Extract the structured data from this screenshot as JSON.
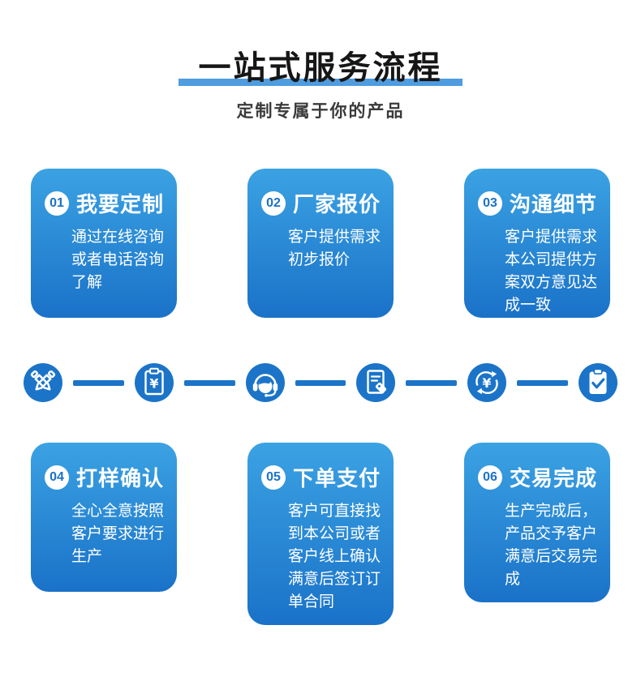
{
  "header": {
    "title": "一站式服务流程",
    "subtitle": "定制专属于你的产品"
  },
  "colors": {
    "accent_blue": "#1b74c8",
    "card_gradient_top": "#3ba2e3",
    "card_gradient_bottom": "#1a72c8",
    "title_underline": "#4f9cdf",
    "title_text": "#161616",
    "subtitle_text": "#3a3a3a",
    "card_text": "#ffffff"
  },
  "steps": [
    {
      "num": "01",
      "title": "我要定制",
      "desc": "通过在线咨询或者电话咨询了解"
    },
    {
      "num": "02",
      "title": "厂家报价",
      "desc": "客户提供需求初步报价"
    },
    {
      "num": "03",
      "title": "沟通细节",
      "desc": "客户提供需求本公司提供方案双方意见达成一致"
    },
    {
      "num": "04",
      "title": "打样确认",
      "desc": "全心全意按照客户要求进行生产"
    },
    {
      "num": "05",
      "title": "下单支付",
      "desc": "客户可直接找到本公司或者客户线上确认满意后签订订单合同"
    },
    {
      "num": "06",
      "title": "交易完成",
      "desc": "生产完成后，产品交予客户满意后交易完成"
    }
  ],
  "flow_icons": [
    {
      "name": "design-tools-icon",
      "symbol": "crossed-pens"
    },
    {
      "name": "quote-bill-icon",
      "symbol": "clipboard-yen",
      "glyph": "¥"
    },
    {
      "name": "customer-service-icon",
      "symbol": "headset-agent"
    },
    {
      "name": "order-document-icon",
      "symbol": "document-tag"
    },
    {
      "name": "payment-exchange-icon",
      "symbol": "yen-refresh",
      "glyph": "¥"
    },
    {
      "name": "complete-clipboard-icon",
      "symbol": "clipboard-check"
    }
  ]
}
